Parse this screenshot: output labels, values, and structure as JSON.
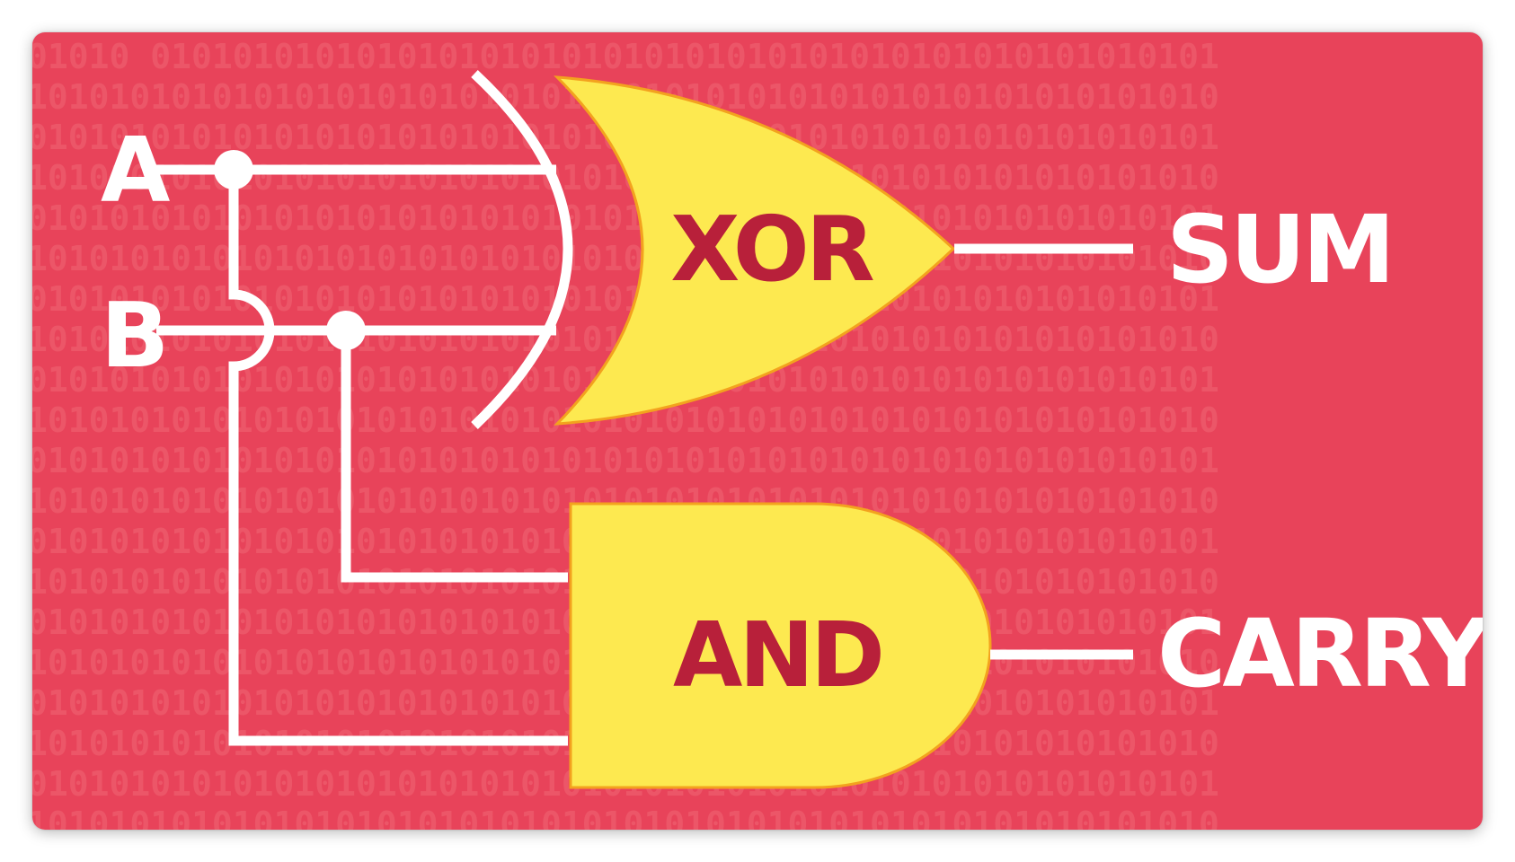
{
  "colors": {
    "background": "#e8435a",
    "gate_fill": "#fde950",
    "gate_stroke": "#f3a21e",
    "gate_text": "#b8203a",
    "wire": "#ffffff"
  },
  "inputs": {
    "a": "A",
    "b": "B"
  },
  "gates": {
    "xor": "XOR",
    "and": "AND"
  },
  "outputs": {
    "sum": "SUM",
    "carry": "CARRY"
  },
  "background_pattern": [
    "01010 0101010101010101010101010101010101010101010101010101",
    "1010101010101010101010101010101010101010101010101010101010",
    "0101010101010101010101010101010101010101010101010101010101",
    "1010101010101010101010101010101010101010101010101010101010",
    "0101010101010101010101010101010101010101010101010101010101",
    "1010101010101010101010101010101010101010101010101010101010",
    "0101010101010101010101010101010101010101010101010101010101",
    "1010101010101010101010101010101010101010101010101010101010",
    "0101010101010101010101010101010101010101010101010101010101",
    "1010101010101010101010101010101010101010101010101010101010",
    "0101010101010101010101010101010101010101010101010101010101",
    "1010101010101010101010101010101010101010101010101010101010",
    "0101010101010101010101010101010101010101010101010101010101",
    "1010101010101010101010101010101010101010101010101010101010",
    "0101010101010101010101010101010101010101010101010101010101",
    "1010101010101010101010101010101010101010101010101010101010",
    "0101010101010101010101010101010101010101010101010101010101",
    "1010101010101010101010101010101010101010101010101010101010",
    "0101010101010101010101010101010101010101010101010101010101",
    "1010101010101010101010101010101010101010101010101010101010"
  ]
}
